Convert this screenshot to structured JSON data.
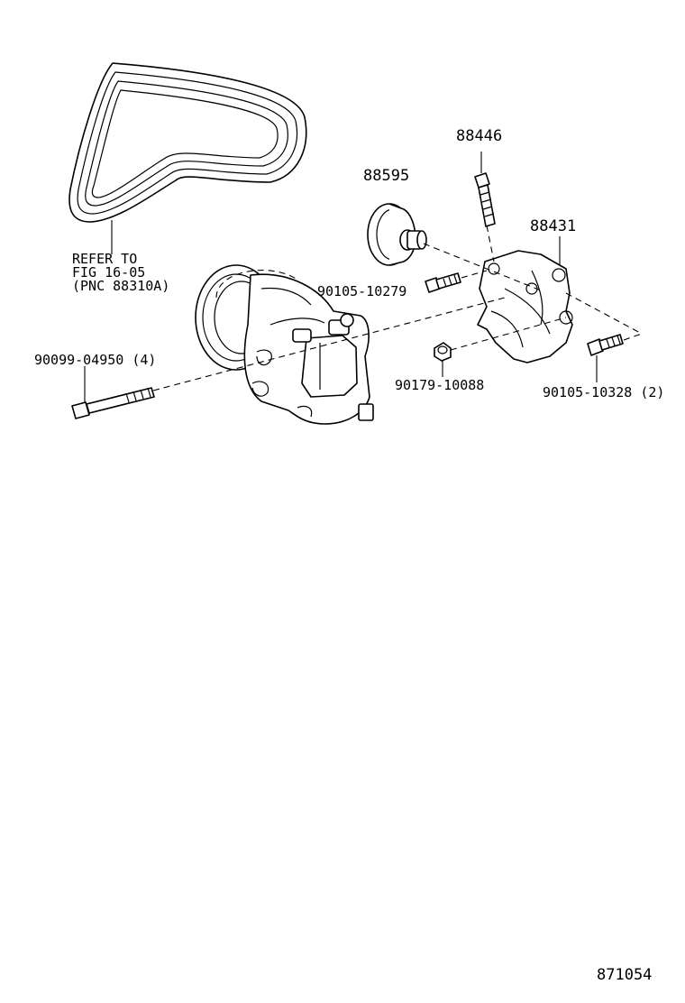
{
  "labels": {
    "belt_ref_line1": "REFER TO",
    "belt_ref_line2": "FIG 16-05",
    "belt_ref_line3": "(PNC 88310A)",
    "part_88446": "88446",
    "part_88595": "88595",
    "part_88431": "88431",
    "part_90105_10279": "90105-10279",
    "part_90099_04950": "90099-04950 (4)",
    "part_90179_10088": "90179-10088",
    "part_90105_10328": "90105-10328 (2)",
    "figure_number": "871054"
  }
}
